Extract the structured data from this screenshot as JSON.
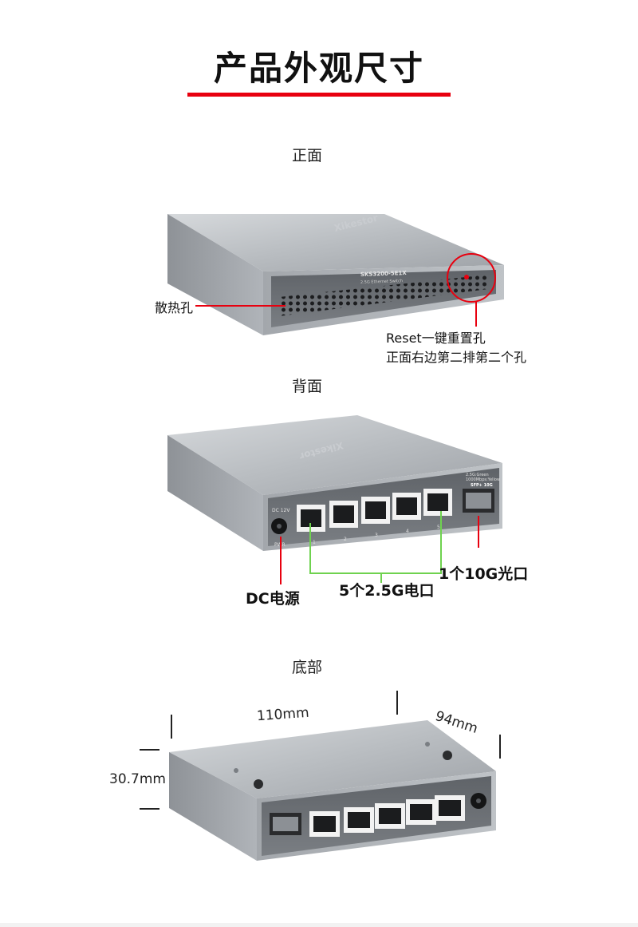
{
  "title": "产品外观尺寸",
  "colors": {
    "accent_red": "#e8000f",
    "bracket_green": "#6fd24f",
    "metal": "#a9adb2"
  },
  "front": {
    "heading": "正面",
    "brand": "Xikestor",
    "model": "SKS3200-5E1X",
    "model_sub": "2.5G Ethernet Switch",
    "vent_label": "散热孔",
    "reset_line1": "Reset一键重置孔",
    "reset_line2": "正面右边第二排第二个孔"
  },
  "back": {
    "heading": "背面",
    "brand": "Xikestor",
    "dc_port_text": "DC 12V",
    "pwr_text": "PWR",
    "port_numbers": [
      "1",
      "2",
      "3",
      "4",
      "5"
    ],
    "led_legend_1": "2.5G:Green",
    "led_legend_2": "1000Mbps:Yellow",
    "sfp_text": "SFP+ 10G",
    "dc_label": "DC电源",
    "rj45_label": "5个2.5G电口",
    "sfp_label": "1个10G光口"
  },
  "bottom": {
    "heading": "底部",
    "width": "110mm",
    "depth": "94mm",
    "height": "30.7mm"
  }
}
